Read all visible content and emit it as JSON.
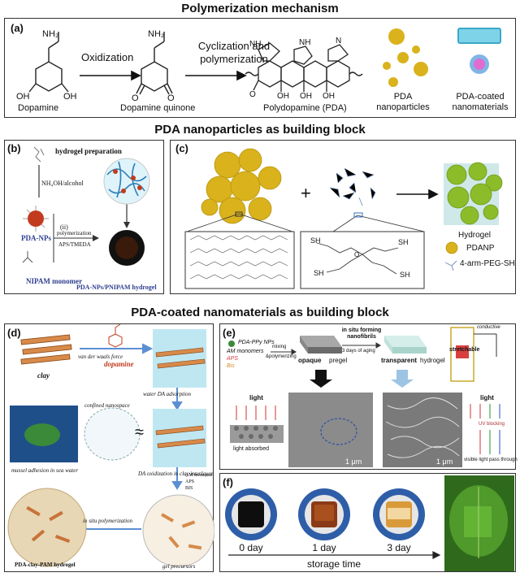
{
  "titles": {
    "mechanism": "Polymerization mechanism",
    "nanoparticles": "PDA nanoparticles as building block",
    "coated": "PDA-coated nanomaterials as building block"
  },
  "panel_a": {
    "label": "(a)",
    "arrow1": "Oxidization",
    "arrow2_line1": "Cyclization and",
    "arrow2_line2": "polymerization",
    "dopamine": "Dopamine",
    "quinone": "Dopamine quinone",
    "pda": "Polydopamine (PDA)",
    "pda_np_line1": "PDA",
    "pda_np_line2": "nanoparticles",
    "coated_line1": "PDA-coated",
    "coated_line2": "nanomaterials",
    "atoms": {
      "nh2": "NH₂",
      "oh": "OH",
      "o": "O",
      "nh": "NH",
      "n": "N"
    }
  },
  "panel_b": {
    "label": "(b)",
    "hydrogel_prep": "hydrogel preparation",
    "reagent": "NH₄OH/alcohol",
    "pda_nps": "PDA-NPs",
    "step": "(ii)",
    "polymerization": "polymerization",
    "initiator": "APS/TMEDA",
    "monomer": "NIPAM monomer",
    "product": "PDA-NPs/PNIPAM hydrogel"
  },
  "panel_c": {
    "label": "(c)",
    "plus": "+",
    "legend": [
      "Hydrogel",
      "PDANP",
      "4-arm-PEG-SH"
    ],
    "sh": "SH",
    "o": "O"
  },
  "panel_d": {
    "label": "(d)",
    "clay": "clay",
    "vdw": "van der waals force",
    "dopamine": "dopamine",
    "adsorption": "water DA adsorption",
    "nanospace": "confined nanospace",
    "approx": "≈",
    "mussel": "mussel adhesion in sea water",
    "da_ox": "DA oxidization in clay interlayer",
    "reagents": [
      "AM monomer",
      "APS",
      "BIS"
    ],
    "insitu": "in situ polymerization",
    "hydrogel": "PDA-clay-PAM hydrogel",
    "precursors": "gel precursors"
  },
  "panel_e": {
    "label": "(e)",
    "ppy": "PDA-PPy NPs",
    "am": "AM monomers",
    "aps": "APS",
    "bis": "Bis",
    "mixing": "mixing",
    "polymerizing": "&polymerizing",
    "insitu_line1": "in situ forming",
    "insitu_line2": "nanofibrils",
    "aging": "3 days of aging",
    "opaque": "opaque",
    "pregel": "pregel",
    "transparent": "transparent",
    "hydrogel": "hydrogel",
    "conductive": "conductive",
    "stretchable": "stretchable",
    "light": "light",
    "light_absorbed": "light absorbed",
    "scale": "1 μm",
    "uv": "UV blocking",
    "visible": "visible light pass through"
  },
  "panel_f": {
    "label": "(f)",
    "days": [
      "0 day",
      "1 day",
      "3 day"
    ],
    "axis": "storage time"
  },
  "colors": {
    "gold": "#d9b21c",
    "frame_blue": "#2f5ea8",
    "arrow_blue": "#5b8fd3",
    "leaf_green": "#3f8a2a",
    "pda_brown": "#8a3a16"
  }
}
